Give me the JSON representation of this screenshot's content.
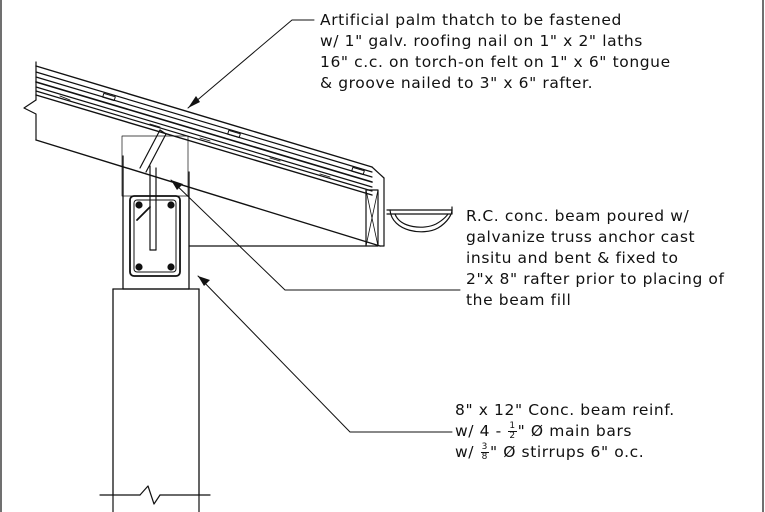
{
  "notes": {
    "thatch": {
      "lines": [
        "Artificial palm thatch to be fastened",
        "w/  1\" galv. roofing nail on 1\" x 2\" laths",
        "16\" c.c. on torch-on felt on 1\" x 6\" tongue",
        "& groove nailed to 3\" x 6\" rafter."
      ]
    },
    "beam": {
      "lines": [
        "R.C.  conc. beam poured w/",
        "galvanize truss anchor cast",
        "insitu and bent & fixed to",
        "2\"x 8\" rafter prior to placing of",
        "the beam fill"
      ]
    },
    "reinf": {
      "line1": "8\" x 12\" Conc. beam reinf.",
      "line2_prefix": "w/  4 - ",
      "line2_frac_num": "1",
      "line2_frac_den": "2",
      "line2_suffix": "\" Ø main bars",
      "line3_prefix": "w/ ",
      "line3_frac_num": "3",
      "line3_frac_den": "8",
      "line3_suffix": "\" Ø stirrups 6\" o.c."
    }
  },
  "colors": {
    "ink": "#111111",
    "background": "#ffffff"
  }
}
